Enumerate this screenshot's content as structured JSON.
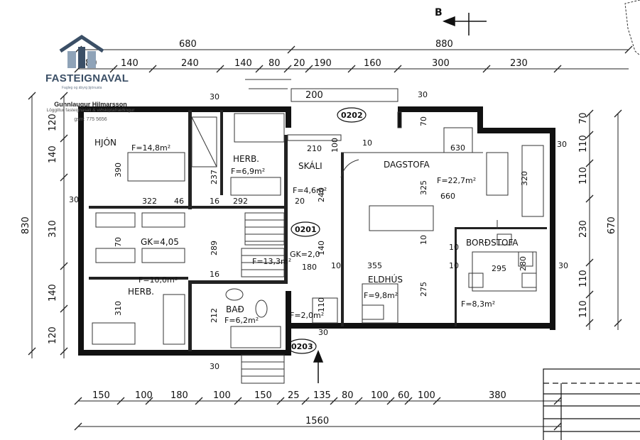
{
  "logo": {
    "brand": "FASTEIGNAVAL",
    "slogan": "Fagleg og ábyrg þjónusta",
    "colors": {
      "primary": "#3b4f66",
      "accent": "#8fa3b8"
    }
  },
  "agent": {
    "name": "Gunnlaugur Hilmarsson",
    "role": "Löggiltur fasteignasali & viðskiptafræðingur",
    "phone": "gsm: 775 5656"
  },
  "north_marker": "B",
  "dimensions": {
    "top_totals": [
      "680",
      "880"
    ],
    "top_row": [
      "80",
      "140",
      "240",
      "140",
      "80",
      "20",
      "190",
      "160",
      "300",
      "230"
    ],
    "bottom_row": [
      "150",
      "100",
      "180",
      "100",
      "150",
      "25",
      "135",
      "80",
      "100",
      "60",
      "100",
      "380"
    ],
    "bottom_total": "1560",
    "left_total": "830",
    "left": [
      "120",
      "140",
      "310",
      "140",
      "120"
    ],
    "left_edge": [
      "120"
    ],
    "right_total": "670",
    "right": [
      "70",
      "110",
      "110",
      "230",
      "110",
      "110"
    ],
    "wall_30": "30",
    "canopy": "200",
    "interior": [
      "390",
      "322",
      "46",
      "16",
      "292",
      "237",
      "289",
      "16",
      "212",
      "310",
      "70",
      "210",
      "100",
      "240",
      "20",
      "10",
      "140",
      "180",
      "10",
      "10",
      "110",
      "355",
      "10",
      "275",
      "295",
      "280",
      "325",
      "660",
      "320",
      "630",
      "10",
      "70",
      "30"
    ]
  },
  "rooms": {
    "hjon": {
      "label": "HJÓN",
      "area": "F=14,8m²"
    },
    "herb1": {
      "label": "HERB.",
      "area": "F=6,9m²"
    },
    "skali": {
      "label": "SKÁLI",
      "area": "F=4,6m²"
    },
    "dagstofa": {
      "label": "DAGSTOFA",
      "area": "F=22,7m²"
    },
    "gk1": {
      "label": "GK=4,05"
    },
    "hall": {
      "area": "F=13,3m²"
    },
    "gk2": {
      "label": "GK=2,0"
    },
    "herb2": {
      "label": "HERB.",
      "area": "F=10,0m²"
    },
    "bad": {
      "label": "BAÐ",
      "area": "F=6,2m²"
    },
    "entry": {
      "area": "F=2,0m²"
    },
    "eldhus": {
      "label": "ELDHÚS",
      "area": "F=9,8m²"
    },
    "bordstofa": {
      "label": "BORÐSTOFA",
      "area": "F=8,3m²"
    }
  },
  "tags": [
    "0202",
    "0201",
    "0203"
  ]
}
